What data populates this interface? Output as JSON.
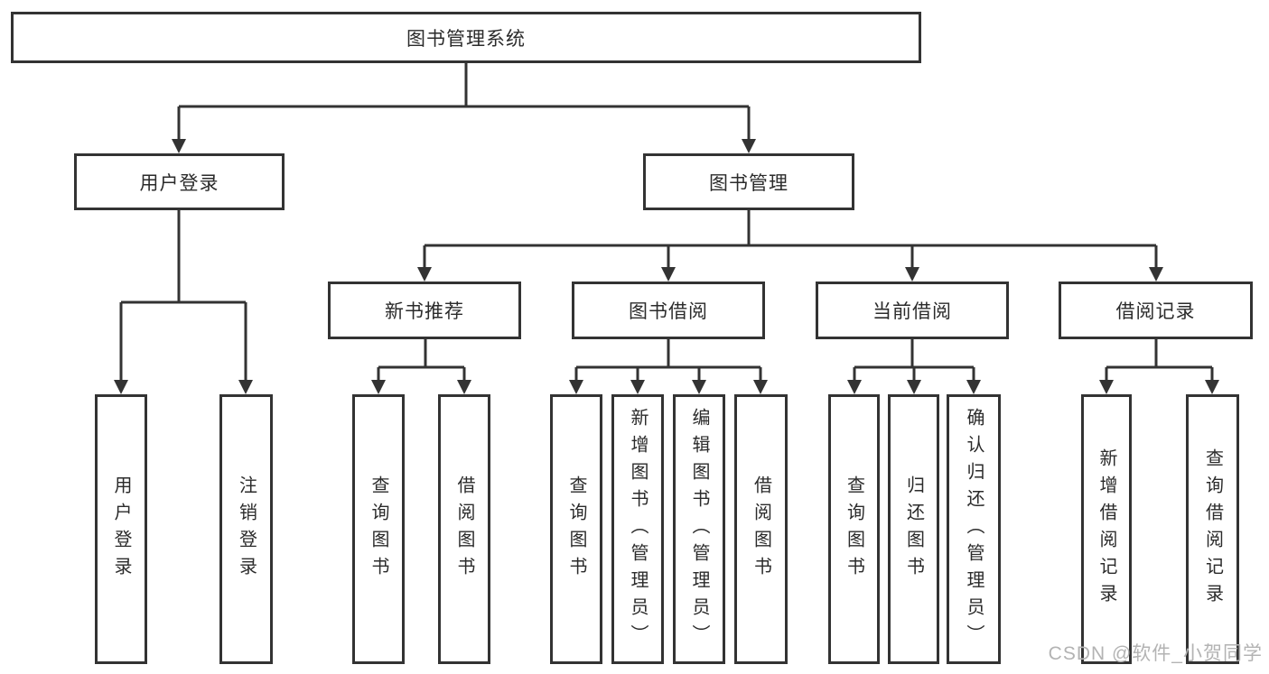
{
  "diagram": {
    "type": "hierarchy-tree",
    "colors": {
      "line": "#333333",
      "border": "#333333",
      "text": "#2b2b2b",
      "background": "#ffffff",
      "watermark": "#b3b3b3"
    },
    "tree": {
      "label": "图书管理系统",
      "children": [
        {
          "label": "用户登录",
          "children": [
            {
              "label": "用户登录"
            },
            {
              "label": "注销登录"
            }
          ]
        },
        {
          "label": "图书管理",
          "children": [
            {
              "label": "新书推荐",
              "children": [
                {
                  "label": "查询图书"
                },
                {
                  "label": "借阅图书"
                }
              ]
            },
            {
              "label": "图书借阅",
              "children": [
                {
                  "label": "查询图书"
                },
                {
                  "label": "新增图书（管理员）"
                },
                {
                  "label": "编辑图书（管理员）"
                },
                {
                  "label": "借阅图书"
                }
              ]
            },
            {
              "label": "当前借阅",
              "children": [
                {
                  "label": "查询图书"
                },
                {
                  "label": "归还图书"
                },
                {
                  "label": "确认归还（管理员）"
                }
              ]
            },
            {
              "label": "借阅记录",
              "children": [
                {
                  "label": "新增借阅记录"
                },
                {
                  "label": "查询借阅记录"
                }
              ]
            }
          ]
        }
      ]
    },
    "watermark": {
      "text": "CSDN @软件_小贺同学"
    }
  }
}
